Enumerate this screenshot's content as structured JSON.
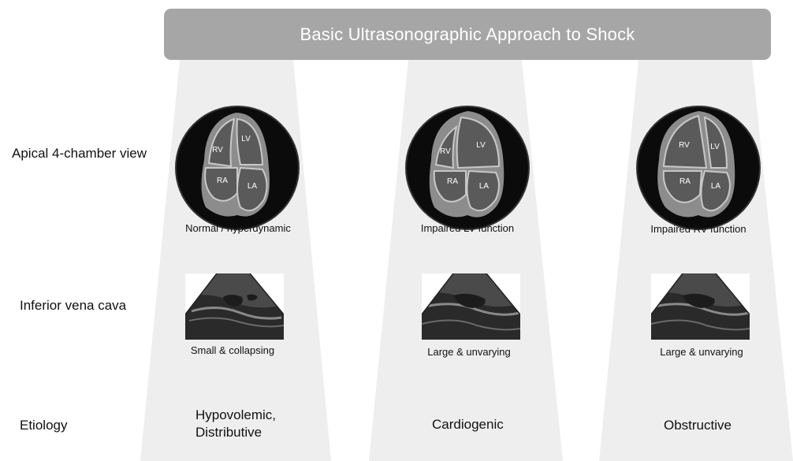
{
  "title": "Basic Ultrasonographic Approach to Shock",
  "row_labels": {
    "apical": "Apical 4-chamber view",
    "ivc": "Inferior vena cava",
    "etiology": "Etiology"
  },
  "chamber_labels": {
    "rv": "RV",
    "lv": "LV",
    "ra": "RA",
    "la": "LA"
  },
  "columns": [
    {
      "heart_caption": "Normal / hyperdynamic",
      "ivc_caption": "Small & collapsing",
      "etiology_line1": "Hypovolemic,",
      "etiology_line2": "Distributive"
    },
    {
      "heart_caption": "Impaired LV function",
      "ivc_caption": "Large & unvarying",
      "etiology_line1": "Cardiogenic"
    },
    {
      "heart_caption": "Impaired RV function",
      "ivc_caption": "Large & unvarying",
      "etiology_line1": "Obstructive"
    }
  ],
  "colors": {
    "header_bg": "#a6a6a6",
    "column_beam": "#eeeeee",
    "heart_outline": "#222222",
    "chamber_fill": "#5a5a5a",
    "wall": "#c8c8c8"
  }
}
